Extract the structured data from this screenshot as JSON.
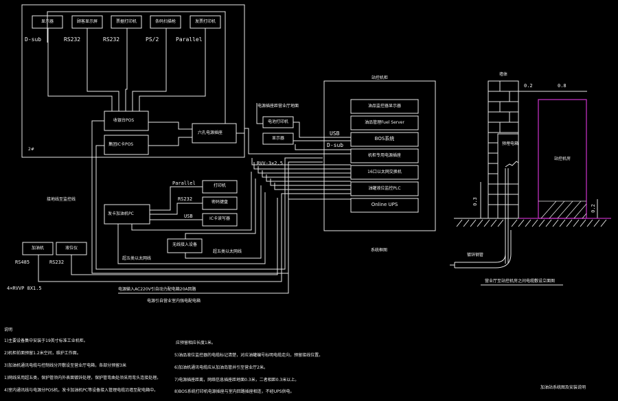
{
  "left_cabinet": {
    "peripherals": [
      "显示器",
      "顾客显示屏",
      "票据打印机",
      "条码扫描枪",
      "发票打印机"
    ],
    "interfaces": [
      "D-sub",
      "RS232",
      "RS232",
      "PS/2",
      "Parallel"
    ],
    "pos_main": "收银台POS",
    "pos_ic": "集团IC卡POS",
    "switch": "六孔电源插座",
    "room_label": "2#"
  },
  "middle": {
    "note_top": "电源插座距营业厅地面",
    "small_box_1": "电池打印机",
    "small_box_2": "显示器",
    "usb_label": "USB",
    "dsub_label": "D-sub",
    "rvv_label": "RVV-3×2.5",
    "left_wire_label": "接地线至监控线"
  },
  "rack": {
    "title": "站控机柜",
    "items": [
      "油品监控器显示器",
      "油品管理Fuel Server",
      "BOS系统",
      "机柜专用电源插座",
      "16口以太网交换机",
      "油罐液位监控PLC",
      "Online UPS"
    ],
    "caption": "系统框图"
  },
  "ic_station": {
    "pc_label": "发卡加油机PC",
    "parallel_label": "Parallel",
    "rs232_label": "RS232",
    "usb_label": "USB",
    "printer": "打印机",
    "keyboard": "密码键盘",
    "ic_reader": "IC卡读写器",
    "wireless": "无线接入设备",
    "eth_label_1": "超五类以太网线",
    "eth_label_2": "超五类以太网线"
  },
  "field": {
    "dispenser": "加油机",
    "tank_gauge": "液位仪",
    "rs485": "RS485",
    "rs232": "RS232",
    "cable": "4×RVVP 8X1.5",
    "power_note": "电源输入AC220V引自动力配电箱20A回路",
    "power_note_2": "电源引自营业室内强电配电箱"
  },
  "section": {
    "wall_label": "墙体",
    "dim_02": "0.2",
    "dim_08": "0.8",
    "dim_03": "0.3",
    "dim_02b": "0.2",
    "box_label": "预埋电箱",
    "room_label": "站控机房",
    "pipe_label": "镀锌钢管",
    "caption": "营业厅至站控机房之间电缆敷设立面图",
    "magenta": "#c030c0"
  },
  "notes": {
    "title": "说明",
    "items": [
      "1)主要设备集中安装于19英寸标准工业机柜。",
      "2)机柜前面预留1.2米空间，维护工作面。",
      "3)加油机通讯电缆与控制线分开敷设至营业厅电箱，各部分预留3米",
      "1)网线采用超五类，保护管须内外表面镀锌处理，保护管弯曲处须采用弯头连接处理。",
      "4)室内通讯线与电源分POS机，发卡加油机PC等设备接入管理电缆沿墙至配电箱中。"
    ],
    "col2": [
      "应预留相应长度1米。",
      "5)油品液位监控器的电缆标记清楚，对应油罐编号标明电缆走向，预留接线位置。",
      "6)加油机通讯电缆应从加油岛管井引至营业厅2米。",
      "7)电源插座距离，网络信息插座距地面0.3米，二者相距0.3米以上。",
      "8)BOS系统打印机电源插座与室内回路插座相连，不经UPS供电。"
    ],
    "footer": "加油站系统图及安装说明"
  }
}
